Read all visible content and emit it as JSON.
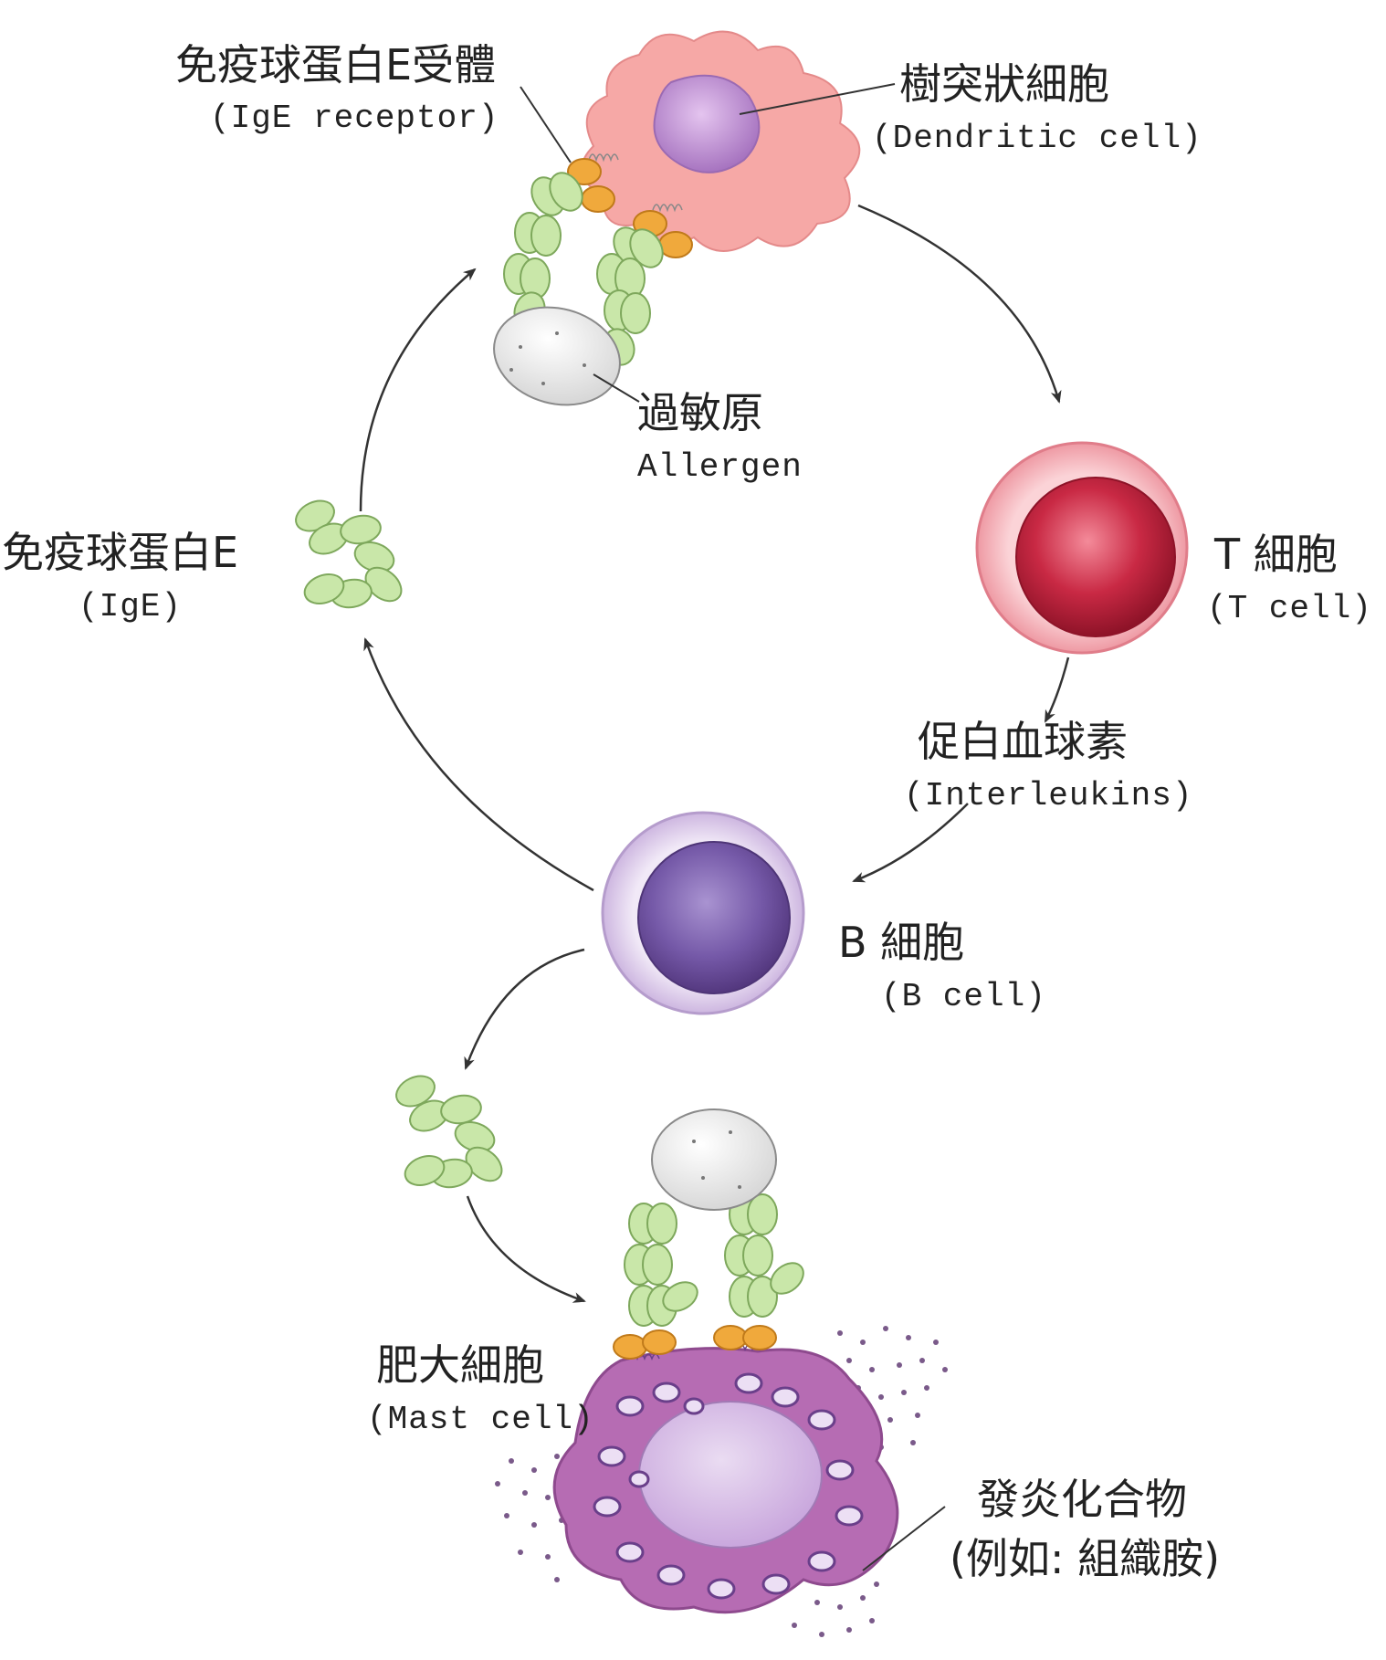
{
  "labels": {
    "ige_receptor_zh": "免疫球蛋白E受體",
    "ige_receptor_en": "(IgE receptor)",
    "dendritic_zh": "樹突狀細胞",
    "dendritic_en": "(Dendritic cell)",
    "allergen_zh": "過敏原",
    "allergen_en": "Allergen",
    "ige_zh": "免疫球蛋白E",
    "ige_en": "(IgE)",
    "tcell_zh": "T 細胞",
    "tcell_en": "(T cell)",
    "interleukins_zh": "促白血球素",
    "interleukins_en": "(Interleukins)",
    "bcell_zh": "B 細胞",
    "bcell_en": "(B cell)",
    "mast_zh": "肥大細胞",
    "mast_en": "(Mast cell)",
    "inflam_zh": "發炎化合物",
    "inflam_en": "(例如: 組織胺)"
  },
  "colors": {
    "dendritic": "#f4a3a3",
    "dendritic_nucleus": "#c79ad8",
    "tcell_outer": "#f5b5bd",
    "tcell_inner": "#c2263f",
    "bcell_outer": "#e4d6ef",
    "bcell_inner": "#7a5aaa",
    "mast": "#b66cb3",
    "antibody": "#c9e7a9",
    "receptor": "#f0a93c",
    "allergen": "#ececec",
    "arrow": "#333333"
  }
}
